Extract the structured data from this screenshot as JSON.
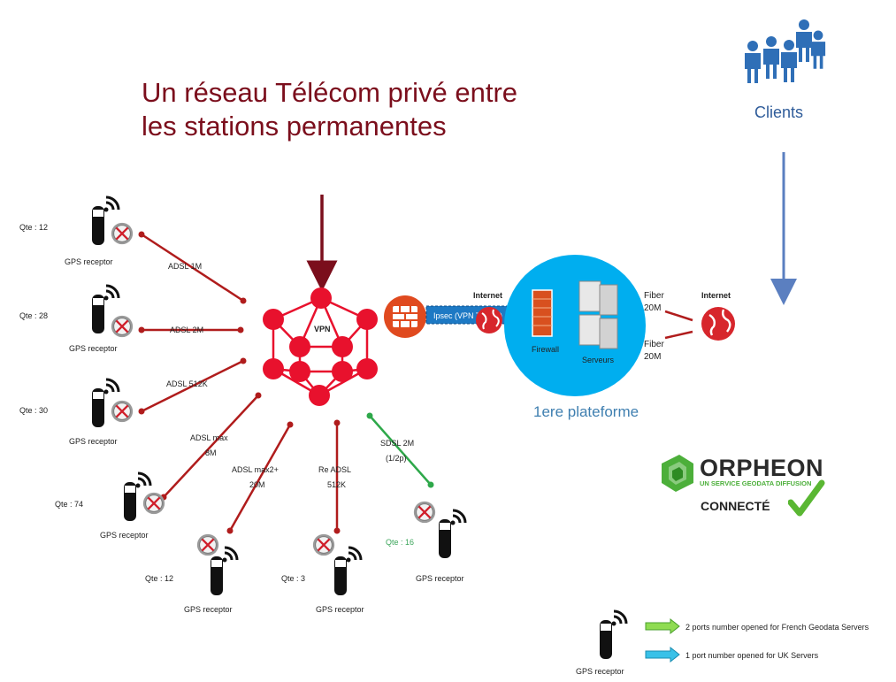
{
  "title": {
    "line1": "Un réseau Télécom privé entre",
    "line2": "les stations permanentes"
  },
  "clients_label": "Clients",
  "platform_label": "1ere plateforme",
  "stations": [
    {
      "qty": "Qte : 12",
      "receptor": "GPS receptor",
      "link": "ADSL 1M"
    },
    {
      "qty": "Qte : 28",
      "receptor": "GPS receptor",
      "link": "ADSL 2M"
    },
    {
      "qty": "Qte : 30",
      "receptor": "GPS receptor",
      "link": "ADSL 512K"
    },
    {
      "qty": "Qte : 74",
      "receptor": "GPS receptor",
      "link_line1": "ADSL max",
      "link_line2": "8M"
    },
    {
      "qty": "Qte : 12",
      "receptor": "GPS receptor",
      "link_line1": "ADSL max2+",
      "link_line2": "20M"
    },
    {
      "qty": "Qte : 3",
      "receptor": "GPS receptor",
      "link_line1": "Re ADSL",
      "link_line2": "512K"
    },
    {
      "qty": "Qte : 16",
      "receptor": "GPS receptor",
      "link_line1": "SDSL 2M",
      "link_line2": "(1/2p)"
    }
  ],
  "vpn_label": "VPN",
  "internet_label": "Internet",
  "tunnel_label": "Ipsec (VPN Tunnel)",
  "firewall_label": "Firewall",
  "servers_label": "Serveurs",
  "fiber1": {
    "line1": "Fiber",
    "line2": "20M"
  },
  "fiber2": {
    "line1": "Fiber",
    "line2": "20M"
  },
  "orpheon": {
    "name": "ORPHEON",
    "subtitle": "UN SERVICE GEODATA DIFFUSION",
    "status": "CONNECTÉ"
  },
  "legend": {
    "receptor": "GPS receptor",
    "green_text": "2  ports number opened for French Geodata Servers",
    "blue_text": "1 port number opened for UK Servers"
  },
  "colors": {
    "title": "#7b0e1c",
    "node_red": "#e8112d",
    "link_red": "#b01c1c",
    "link_green": "#2ea84a",
    "clients_blue": "#2f5c9a",
    "cloud_blue": "#00aeef",
    "orpheon_green": "#4caf3a"
  },
  "icons": [
    "gps-antenna-icon",
    "router-icon",
    "firewall-icon",
    "server-icon",
    "globe-icon",
    "people-icon",
    "orpheon-logo",
    "checkmark-icon"
  ]
}
